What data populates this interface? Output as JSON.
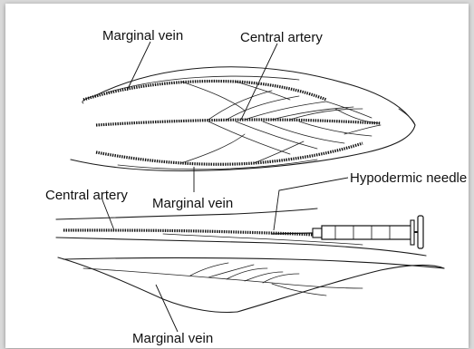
{
  "labels": {
    "marginal_vein_top": "Marginal vein",
    "central_artery_top": "Central artery",
    "hypodermic_needle": "Hypodermic needle",
    "central_artery_side": "Central artery",
    "marginal_vein_mid": "Marginal vein",
    "marginal_vein_bottom": "Marginal vein"
  },
  "colors": {
    "paper": "#ffffff",
    "ink": "#111111",
    "backdrop": "#d9d9d9"
  }
}
